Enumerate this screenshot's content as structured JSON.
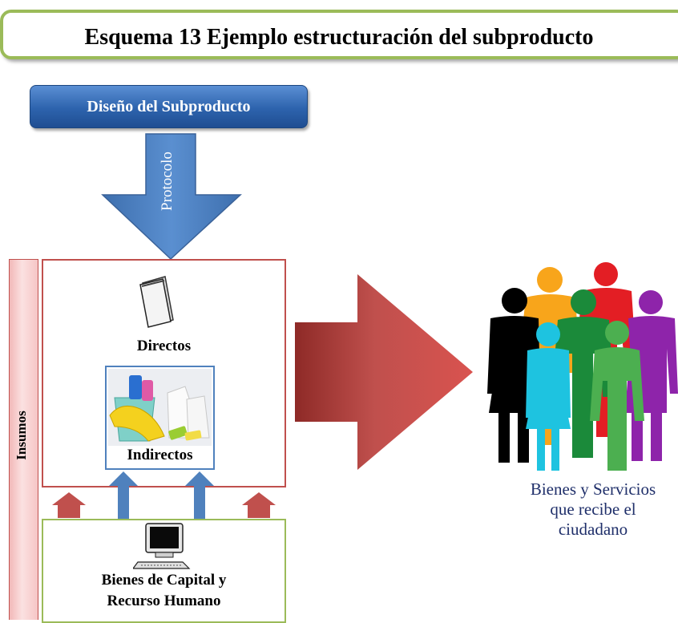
{
  "title": "Esquema 13 Ejemplo estructuración del subproducto",
  "design": "Diseño del Subproducto",
  "protocol": "Protocolo",
  "insumos": "Insumos",
  "directos": "Directos",
  "indirectos": "Indirectos",
  "capital": {
    "line1": "Bienes de Capital y",
    "line2": "Recurso Humano"
  },
  "people_caption": {
    "line1": "Bienes y Servicios",
    "line2": "que recibe el",
    "line3": "ciudadano"
  },
  "colors": {
    "title_border": "#9bbb59",
    "design_fill": "#2d63ad",
    "protocol_arrow": "#4f81bd",
    "main_arrow": "#c0504d",
    "insumos_bar": "#f6c6c6",
    "people": [
      "#000000",
      "#f8a51b",
      "#e31e24",
      "#9c27b0",
      "#00bcd4",
      "#1b8a3a",
      "#4caf50"
    ]
  }
}
